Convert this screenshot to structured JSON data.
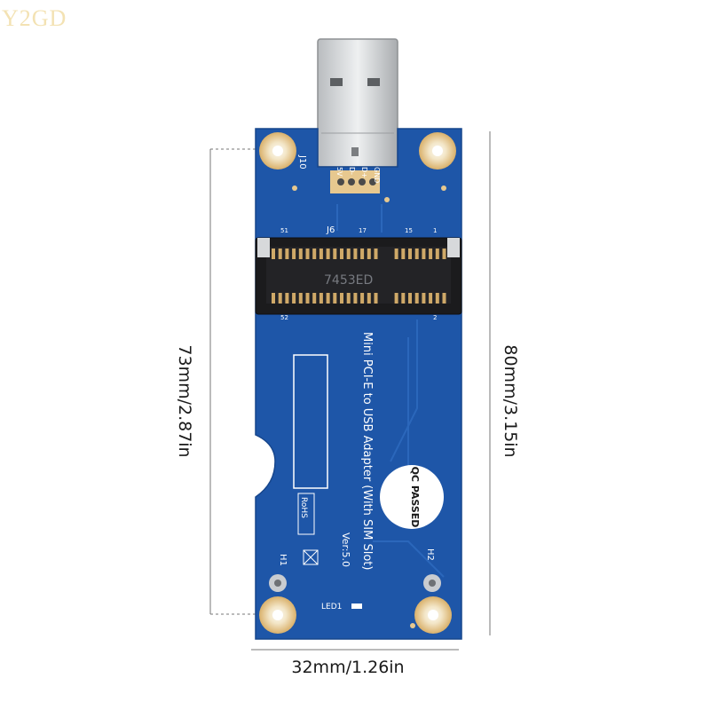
{
  "watermark": "Y2GD",
  "dimensions": {
    "height_inner": "73mm/2.87in",
    "height_outer": "80mm/3.15in",
    "width": "32mm/1.26in"
  },
  "board": {
    "title_line1": "Mini PCI-E to USB Adapter (With SIM Slot)",
    "version": "Ver:5.0",
    "chip": "7453ED",
    "connector_ref": "J6",
    "usb_ref": "J10",
    "pin_labels": [
      "5V",
      "D-",
      "D+",
      "GND"
    ],
    "slot_pins": [
      "51",
      "17",
      "15",
      "1",
      "52",
      "2"
    ],
    "hole_left": "H1",
    "hole_right": "H2",
    "rohs": "RoHS",
    "led": "LED1",
    "qc_sticker": "QC PASSED",
    "colors": {
      "pcb": "#1e56a8",
      "pad": "#e7c88f"
    }
  }
}
